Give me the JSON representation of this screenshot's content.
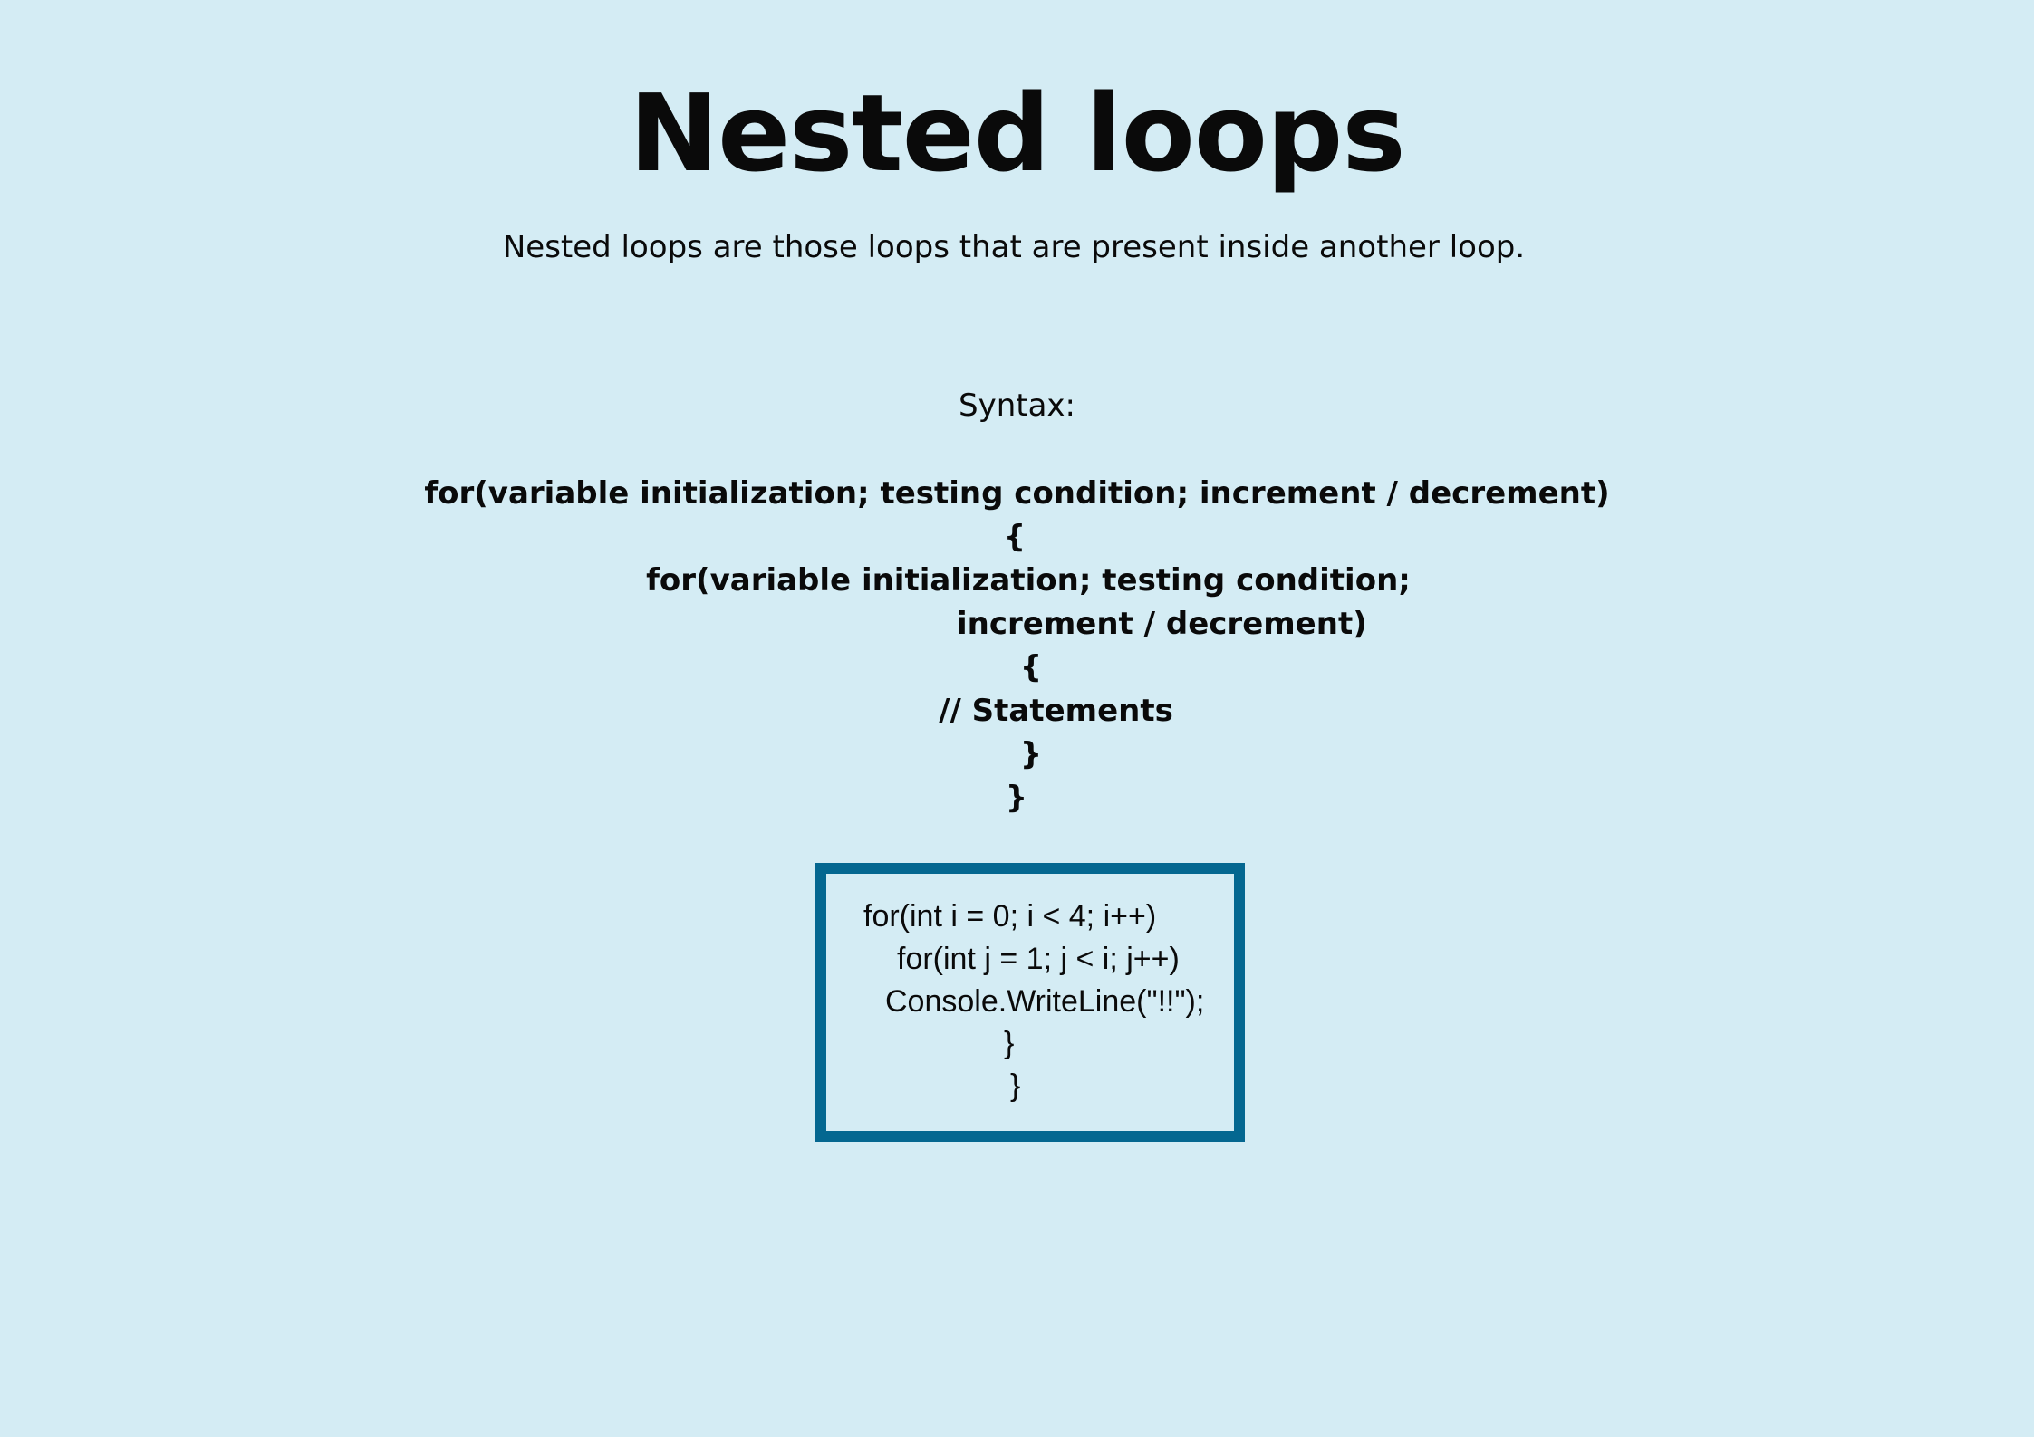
{
  "heading": {
    "title": "Nested loops",
    "description": "Nested loops are those loops that are present inside another loop."
  },
  "syntax": {
    "label": "Syntax:",
    "lines": [
      "for(variable initialization; testing condition; increment / decrement)",
      "{",
      "for(variable initialization; testing condition;",
      "increment / decrement)",
      "{",
      "// Statements",
      "}",
      "}"
    ]
  },
  "example": {
    "lines": [
      "for(int i = 0; i < 4; i++)",
      "for(int j = 1; j < i; j++)",
      "Console.WriteLine(\"!!\");",
      "}",
      "}"
    ],
    "border_color": "#046790"
  },
  "colors": {
    "background": "#d4ecf4",
    "text": "#0a0a0a"
  }
}
